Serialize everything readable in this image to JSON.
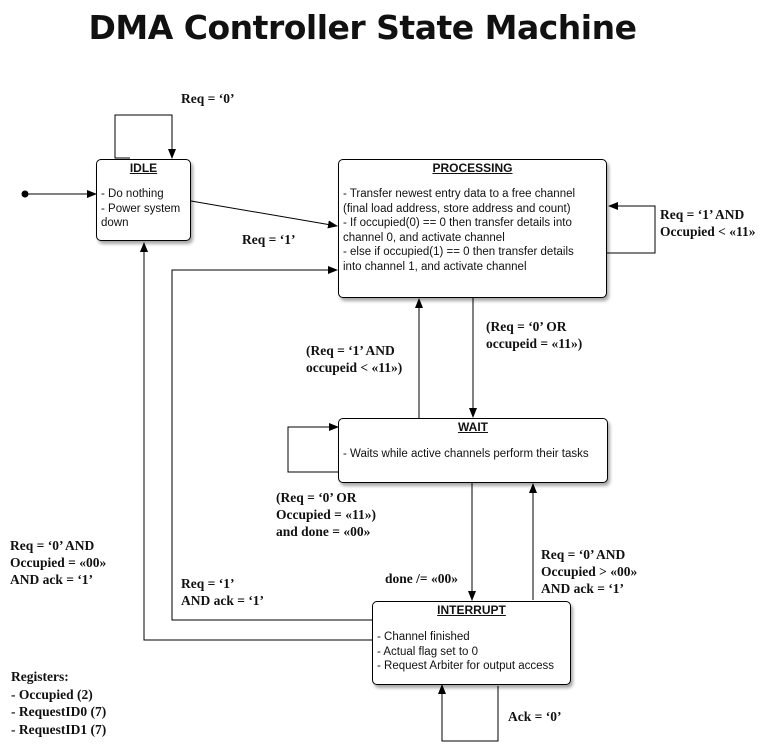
{
  "title": "DMA Controller State Machine",
  "states": {
    "idle": {
      "name": "IDLE",
      "lines": [
        "- Do nothing",
        "- Power system",
        "down"
      ]
    },
    "processing": {
      "name": "PROCESSING",
      "lines": [
        "- Transfer newest entry data to a free channel",
        "(final load address, store address and count)",
        "- If occupied(0) == 0 then transfer details into",
        "channel 0, and activate channel",
        "- else if occupied(1) == 0 then transfer details",
        "into channel 1, and activate channel"
      ]
    },
    "wait": {
      "name": "WAIT",
      "lines": [
        "- Waits while active channels perform their tasks"
      ]
    },
    "interrupt": {
      "name": "INTERRUPT",
      "lines": [
        "- Channel finished",
        "- Actual flag set to 0",
        "- Request Arbiter for output access"
      ]
    }
  },
  "transitions": {
    "idle_self": [
      "Req = ‘0’"
    ],
    "idle_to_processing": [
      "Req = ‘1’"
    ],
    "processing_self": [
      "Req = ‘1’ AND",
      "Occupied < «11»"
    ],
    "processing_to_wait": [
      "(Req = ‘0’ OR",
      "occupeid = «11»)"
    ],
    "wait_to_processing": [
      "(Req = ‘1’ AND",
      "occupeid < «11»)"
    ],
    "wait_self": [
      "(Req = ‘0’ OR",
      "Occupied = «11»)",
      "and done = «00»"
    ],
    "wait_to_interrupt": [
      "done /= «00»"
    ],
    "interrupt_to_wait": [
      "Req = ‘0’ AND",
      "Occupied > «00»",
      "AND ack = ‘1’"
    ],
    "interrupt_to_processing": [
      "Req = ‘1’",
      "AND ack = ‘1’"
    ],
    "interrupt_to_idle": [
      "Req = ‘0’ AND",
      "Occupied = «00»",
      "AND ack = ‘1’"
    ],
    "interrupt_self": [
      "Ack = ‘0’"
    ]
  },
  "registers": [
    "Registers:",
    "- Occupied (2)",
    "- RequestID0 (7)",
    "- RequestID1 (7)"
  ]
}
